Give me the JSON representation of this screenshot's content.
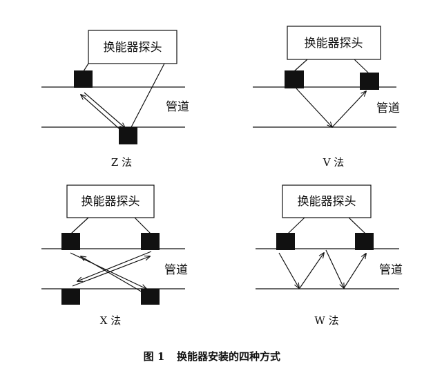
{
  "panels": [
    {
      "id": "z",
      "transducer_label": "换能器探头",
      "pipe_label": "管道",
      "method_label": "Z 法"
    },
    {
      "id": "v",
      "transducer_label": "换能器探头",
      "pipe_label": "管道",
      "method_label": "V 法"
    },
    {
      "id": "x",
      "transducer_label": "换能器探头",
      "pipe_label": "管道",
      "method_label": "X 法"
    },
    {
      "id": "w",
      "transducer_label": "换能器探头",
      "pipe_label": "管道",
      "method_label": "W 法"
    }
  ],
  "caption": {
    "number": "图 1",
    "text": "换能器安装的四种方式"
  },
  "colors": {
    "ink": "#111111",
    "background": "#ffffff"
  }
}
